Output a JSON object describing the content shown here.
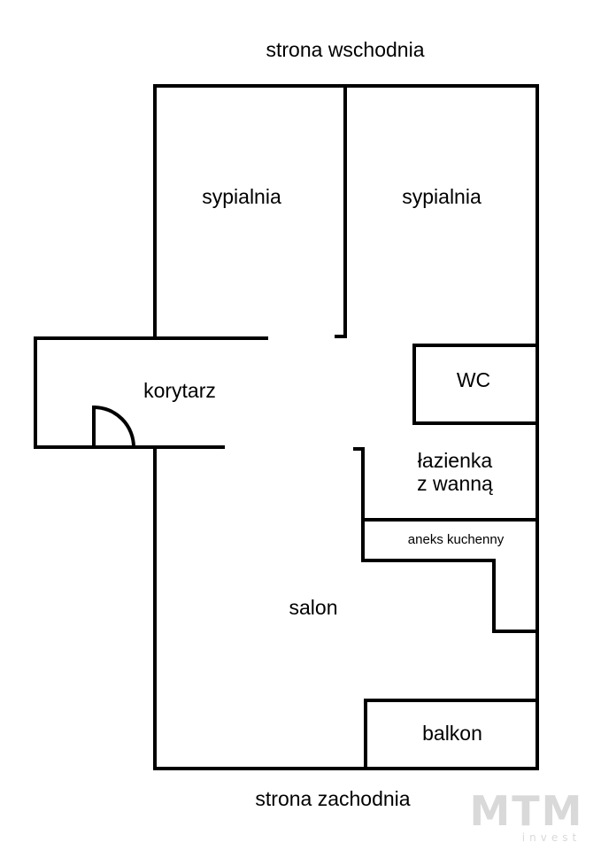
{
  "orientation": {
    "north_label": "strona wschodnia",
    "south_label": "strona zachodnia"
  },
  "rooms": {
    "bedroom_left": "sypialnia",
    "bedroom_right": "sypialnia",
    "corridor": "korytarz",
    "wc": "WC",
    "bathroom_line1": "łazienka",
    "bathroom_line2": "z wanną",
    "kitchenette": "aneks kuchenny",
    "living_room": "salon",
    "balcony": "balkon"
  },
  "watermark": {
    "brand": "MTM",
    "sub": "invest"
  },
  "colors": {
    "wall": "#000000",
    "background": "#ffffff",
    "watermark": "#d9d9d9"
  }
}
